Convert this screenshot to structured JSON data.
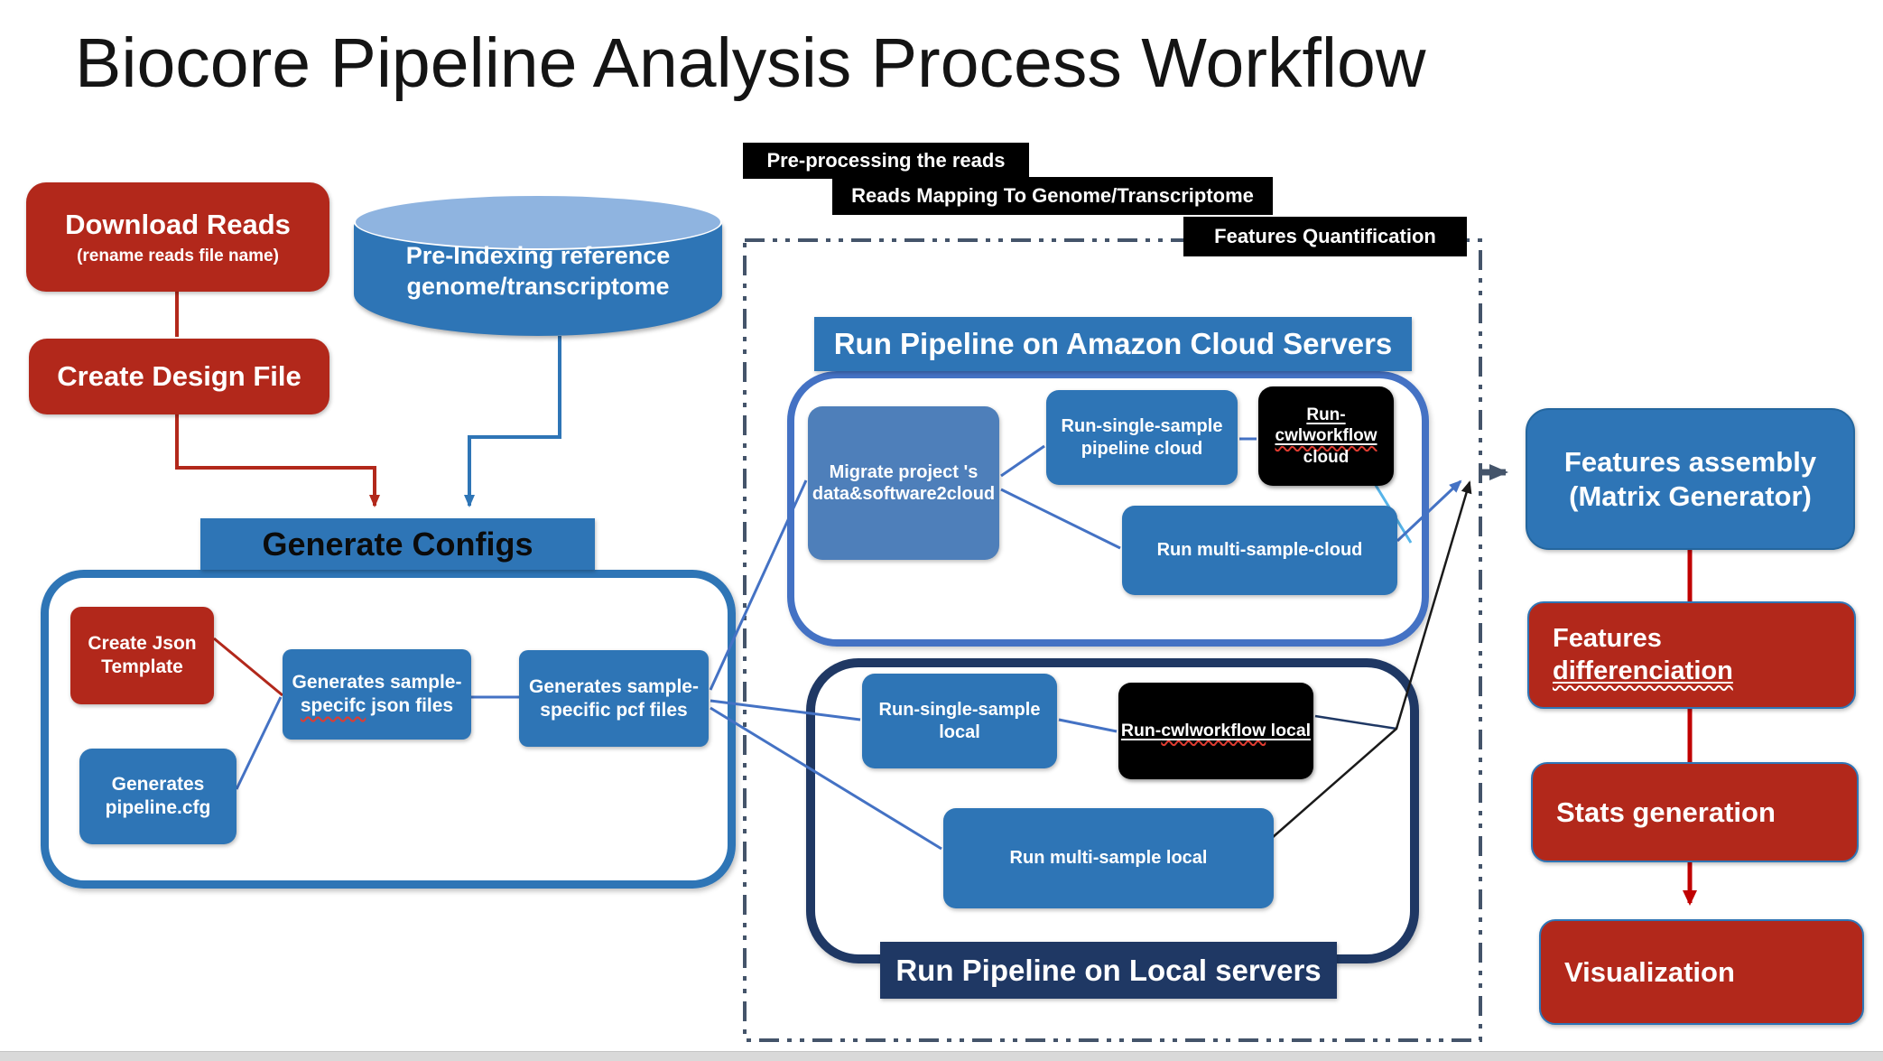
{
  "title": "Biocore Pipeline Analysis Process Workflow",
  "colors": {
    "blue": "#2e75b6",
    "red": "#b2281b",
    "navy": "#1f3864",
    "migrate_blue": "#4e7fba",
    "cylinder_top": "#8fb4e0",
    "dash": "#44546a",
    "mblue": "#4472c4",
    "lblue": "#56b4e9",
    "cred": "#c00000",
    "gray_bar": "#d9d9d9"
  },
  "stage_labels": {
    "preprocessing": "Pre-processing the reads",
    "mapping": "Reads Mapping To Genome/Transcriptome",
    "quantification": "Features Quantification"
  },
  "inputs": {
    "download_reads_title": "Download Reads",
    "download_reads_subtitle": "(rename reads file name)",
    "create_design_file": "Create Design File",
    "pre_indexing": "Pre-Indexing reference genome/transcriptome"
  },
  "generate_configs": {
    "header": "Generate Configs",
    "create_json_template": "Create Json Template",
    "json_files": {
      "prefix": "Generates sample-",
      "misspelled": "specifc",
      "suffix": " json files"
    },
    "pcf_files": "Generates sample-specific pcf files",
    "pipeline_cfg": "Generates pipeline.cfg"
  },
  "cloud": {
    "header": "Run Pipeline on Amazon Cloud Servers",
    "migrate": "Migrate  project 's data&software2cloud",
    "single_sample": "Run-single-sample pipeline cloud",
    "cwlworkflow": {
      "prefix": "Run-",
      "misspelled": "cwlworkflow",
      "suffix": "cloud"
    },
    "multi_sample": "Run multi-sample-cloud"
  },
  "local": {
    "header": "Run Pipeline on Local servers",
    "single_sample": "Run-single-sample local",
    "cwlworkflow": {
      "prefix": "Run-",
      "misspelled": "cwlworkflow",
      "suffix": " local"
    },
    "multi_sample": "Run multi-sample local"
  },
  "outputs": {
    "features_assembly": "Features assembly (Matrix Generator)",
    "features_differenciation": {
      "prefix": "Features ",
      "misspelled": "differenciation"
    },
    "stats_generation": "Stats generation",
    "visualization": "Visualization"
  }
}
